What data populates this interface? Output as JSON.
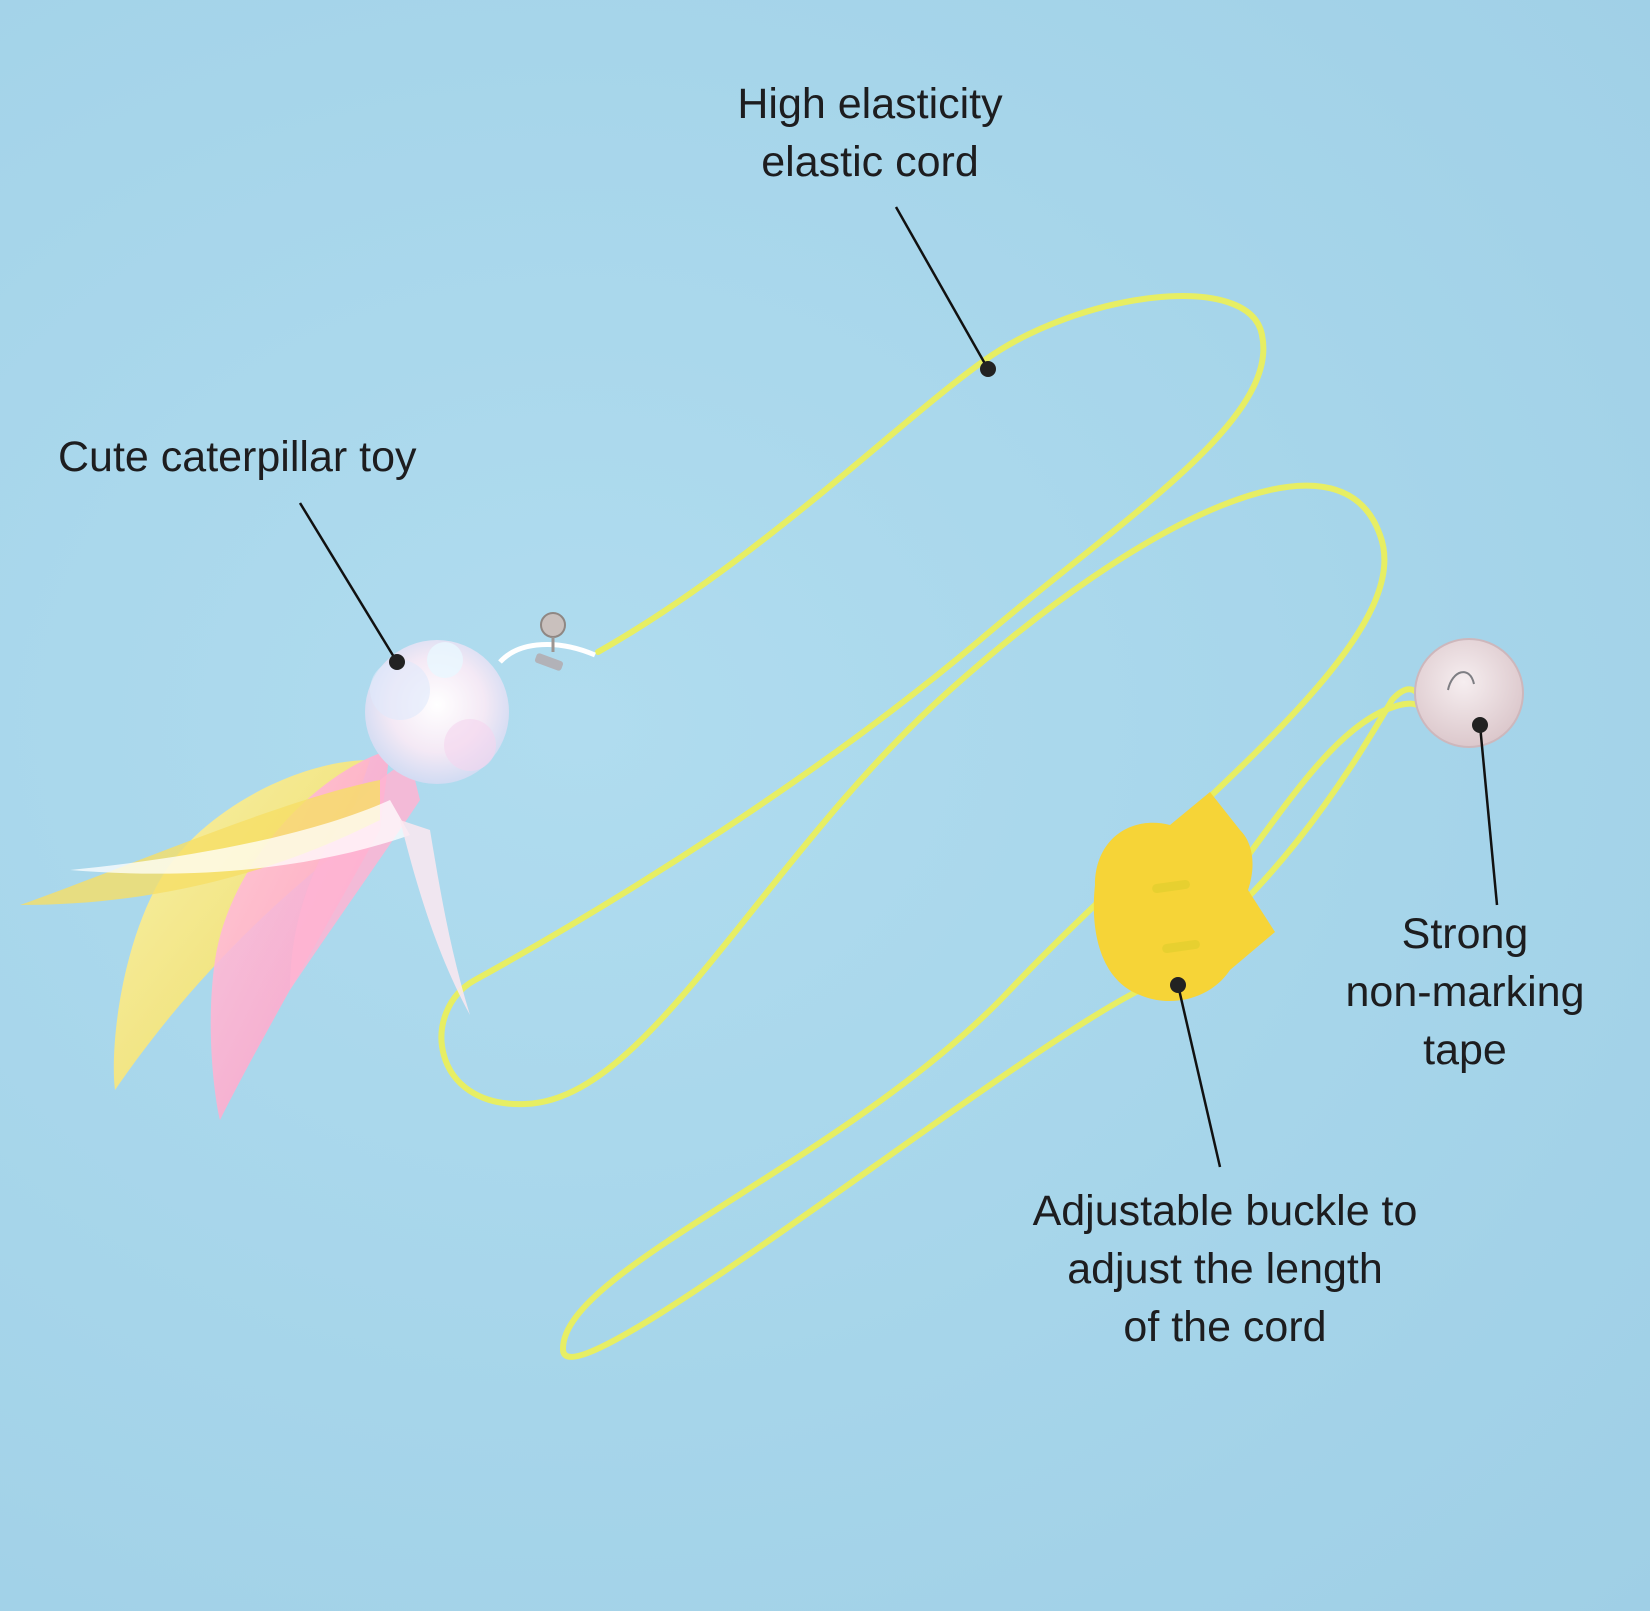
{
  "callouts": {
    "cord": {
      "line1": "High elasticity",
      "line2": "elastic cord"
    },
    "toy": {
      "line1": "Cute caterpillar toy"
    },
    "tape": {
      "line1": "Strong",
      "line2": "non-marking",
      "line3": "tape"
    },
    "buckle": {
      "line1": "Adjustable buckle to",
      "line2": "adjust the length",
      "line3": "of the cord"
    }
  },
  "colors": {
    "background": "#a9d8ec",
    "cord": "#e7ee63",
    "buckle": "#f6d437",
    "text": "#1d1d1f"
  }
}
